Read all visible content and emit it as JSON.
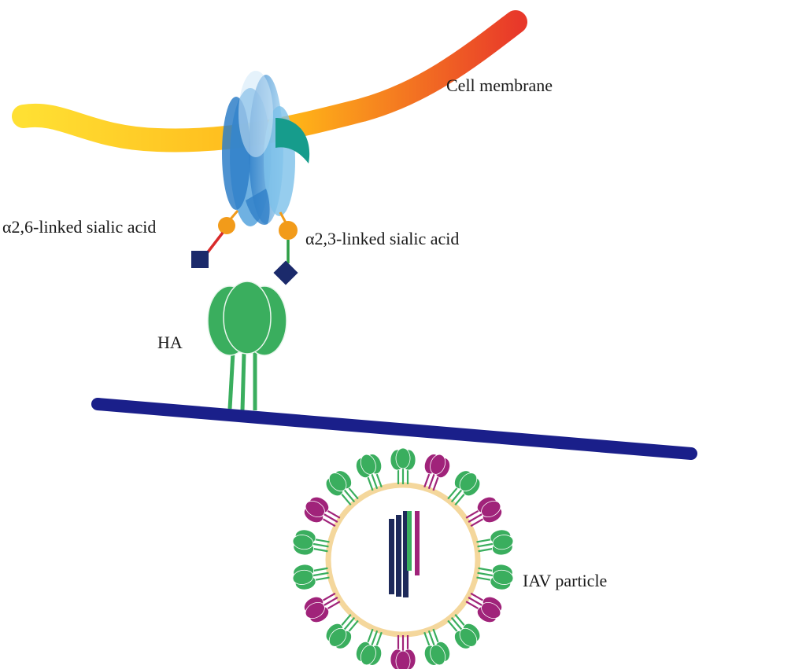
{
  "labels": {
    "cell_membrane": "Cell membrane",
    "a26_sialic_acid": "α2,6-linked sialic acid",
    "a23_sialic_acid": "α2,3-linked sialic acid",
    "ha": "HA",
    "iav_particle": "IAV particle"
  },
  "colors": {
    "membrane_start": "#FFE033",
    "membrane_mid": "#FFB318",
    "membrane_end": "#E8382A",
    "receptor_blue": "#2F7FC8",
    "receptor_light": "#A9D6F2",
    "receptor_teal": "#169C8C",
    "sialic_orange": "#F29B1A",
    "linker_red": "#D92A2A",
    "linker_green": "#2E9E45",
    "sugar_navy": "#1B2A6B",
    "ha_green": "#3AAE5E",
    "na_purple": "#A0237A",
    "viral_membrane": "#1A1F8A",
    "envelope_tan": "#F4D79C",
    "rna_navy": "#1E2A5A"
  },
  "icons": [
    "receptor-glycoprotein-icon",
    "sialic-acid-icon",
    "ha-trimer-icon",
    "neuraminidase-icon",
    "viral-rna-icon"
  ]
}
